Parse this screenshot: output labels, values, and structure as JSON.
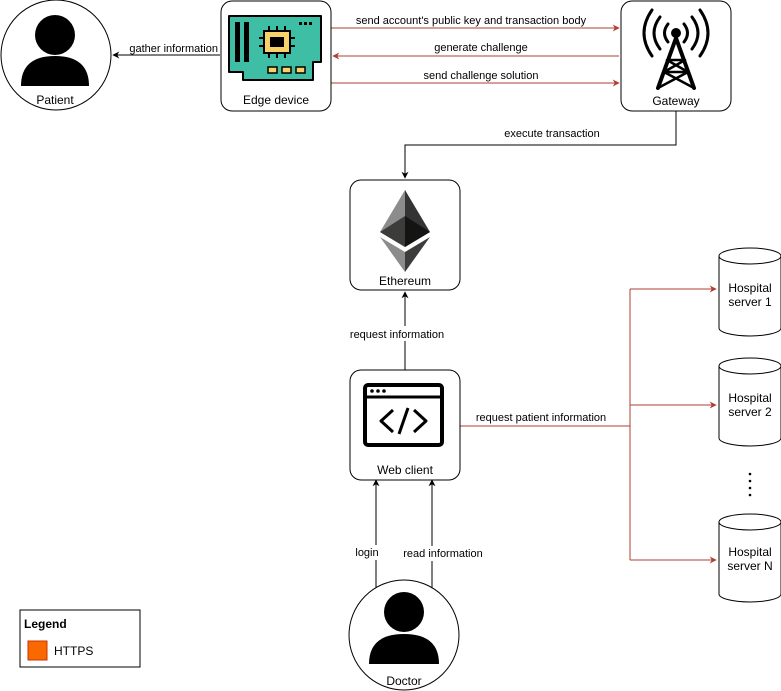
{
  "nodes": {
    "patient": "Patient",
    "edge_device": "Edge device",
    "gateway": "Gateway",
    "ethereum": "Ethereum",
    "web_client": "Web client",
    "doctor": "Doctor",
    "hospital1": [
      "Hospital",
      "server 1"
    ],
    "hospital2": [
      "Hospital",
      "server 2"
    ],
    "hospitalN": [
      "Hospital",
      "server N"
    ]
  },
  "edges": {
    "gather_information": "gather information",
    "send_public_key": "send account's public key and transaction body",
    "generate_challenge": "generate challenge",
    "send_challenge_solution": "send challenge solution",
    "execute_transaction": "execute transaction",
    "request_information": "request information",
    "request_patient_information": "request patient information",
    "login": "login",
    "read_information": "read information"
  },
  "legend": {
    "title": "Legend",
    "items": [
      {
        "label": "HTTPS",
        "color": "#fa6800"
      }
    ]
  },
  "colors": {
    "https_line": "#ae4132",
    "plain_line": "#000000",
    "circuit_board": "#3dbea5",
    "chip": "#f7d26b",
    "eth_dark": "#343434",
    "eth_mid": "#8c8c8c",
    "eth_light": "#3c3c3b"
  },
  "icons": {
    "patient": "person-icon",
    "edge_device": "circuit-board-icon",
    "gateway": "antenna-tower-icon",
    "ethereum": "ethereum-icon",
    "web_client": "code-window-icon",
    "doctor": "person-icon",
    "hospital_server": "database-cylinder-icon"
  }
}
